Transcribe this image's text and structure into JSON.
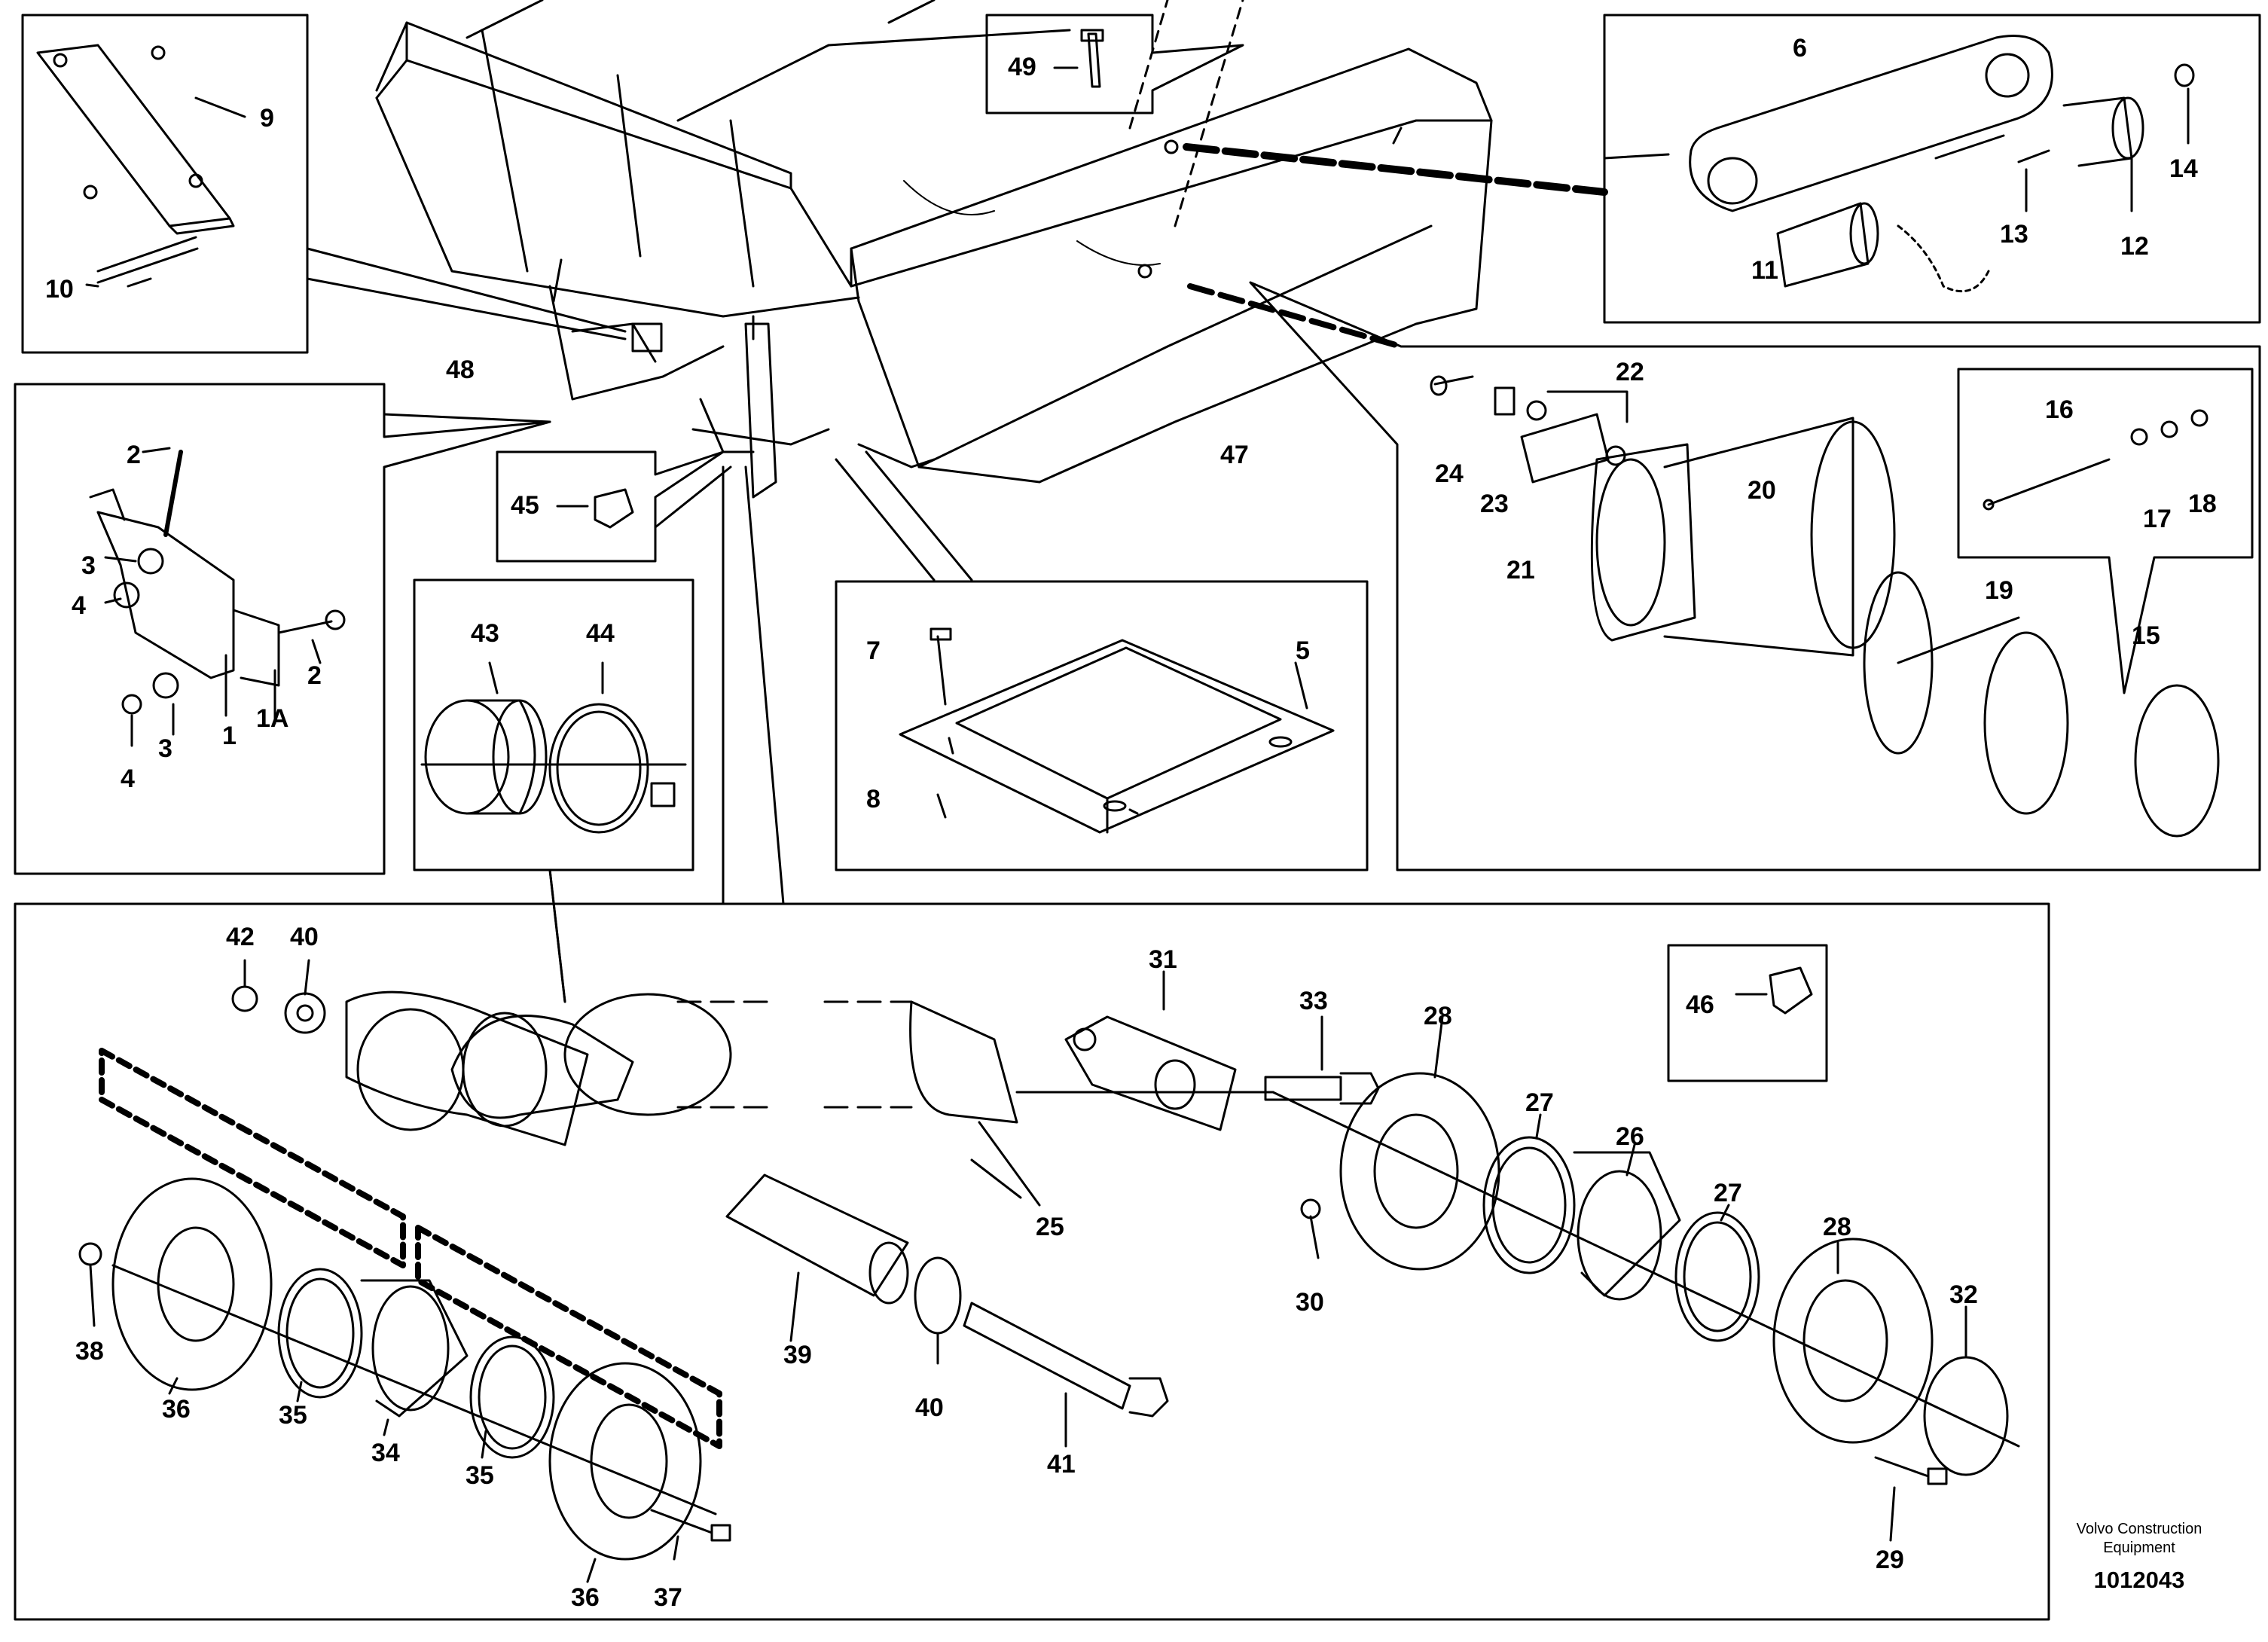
{
  "diagram": {
    "callouts": [
      {
        "id": "c9",
        "text": "9"
      },
      {
        "id": "c10",
        "text": "10"
      },
      {
        "id": "c48",
        "text": "48"
      },
      {
        "id": "c49",
        "text": "49"
      },
      {
        "id": "c47",
        "text": "47"
      },
      {
        "id": "c45",
        "text": "45"
      },
      {
        "id": "c6",
        "text": "6"
      },
      {
        "id": "c11",
        "text": "11"
      },
      {
        "id": "c12",
        "text": "12"
      },
      {
        "id": "c13",
        "text": "13"
      },
      {
        "id": "c14",
        "text": "14"
      },
      {
        "id": "c2a",
        "text": "2"
      },
      {
        "id": "c3a",
        "text": "3"
      },
      {
        "id": "c4a",
        "text": "4"
      },
      {
        "id": "c2b",
        "text": "2"
      },
      {
        "id": "c1",
        "text": "1"
      },
      {
        "id": "c1A",
        "text": "1A"
      },
      {
        "id": "c3b",
        "text": "3"
      },
      {
        "id": "c4b",
        "text": "4"
      },
      {
        "id": "c43",
        "text": "43"
      },
      {
        "id": "c44",
        "text": "44"
      },
      {
        "id": "c7",
        "text": "7"
      },
      {
        "id": "c5",
        "text": "5"
      },
      {
        "id": "c8",
        "text": "8"
      },
      {
        "id": "c22",
        "text": "22"
      },
      {
        "id": "c24",
        "text": "24"
      },
      {
        "id": "c23",
        "text": "23"
      },
      {
        "id": "c21",
        "text": "21"
      },
      {
        "id": "c20",
        "text": "20"
      },
      {
        "id": "c19",
        "text": "19"
      },
      {
        "id": "c15",
        "text": "15"
      },
      {
        "id": "c16",
        "text": "16"
      },
      {
        "id": "c17",
        "text": "17"
      },
      {
        "id": "c18",
        "text": "18"
      },
      {
        "id": "c42",
        "text": "42"
      },
      {
        "id": "c40a",
        "text": "40"
      },
      {
        "id": "c31",
        "text": "31"
      },
      {
        "id": "c33",
        "text": "33"
      },
      {
        "id": "c28a",
        "text": "28"
      },
      {
        "id": "c46",
        "text": "46"
      },
      {
        "id": "c25",
        "text": "25"
      },
      {
        "id": "c27a",
        "text": "27"
      },
      {
        "id": "c26",
        "text": "26"
      },
      {
        "id": "c27b",
        "text": "27"
      },
      {
        "id": "c28b",
        "text": "28"
      },
      {
        "id": "c30",
        "text": "30"
      },
      {
        "id": "c32",
        "text": "32"
      },
      {
        "id": "c39",
        "text": "39"
      },
      {
        "id": "c40b",
        "text": "40"
      },
      {
        "id": "c41",
        "text": "41"
      },
      {
        "id": "c38",
        "text": "38"
      },
      {
        "id": "c36a",
        "text": "36"
      },
      {
        "id": "c35a",
        "text": "35"
      },
      {
        "id": "c34",
        "text": "34"
      },
      {
        "id": "c35b",
        "text": "35"
      },
      {
        "id": "c36b",
        "text": "36"
      },
      {
        "id": "c37",
        "text": "37"
      },
      {
        "id": "c29",
        "text": "29"
      }
    ],
    "credit_line1": "Volvo Construction",
    "credit_line2": "Equipment",
    "document_number": "1012043"
  },
  "colors": {
    "ink": "#000000",
    "paper": "#ffffff"
  }
}
